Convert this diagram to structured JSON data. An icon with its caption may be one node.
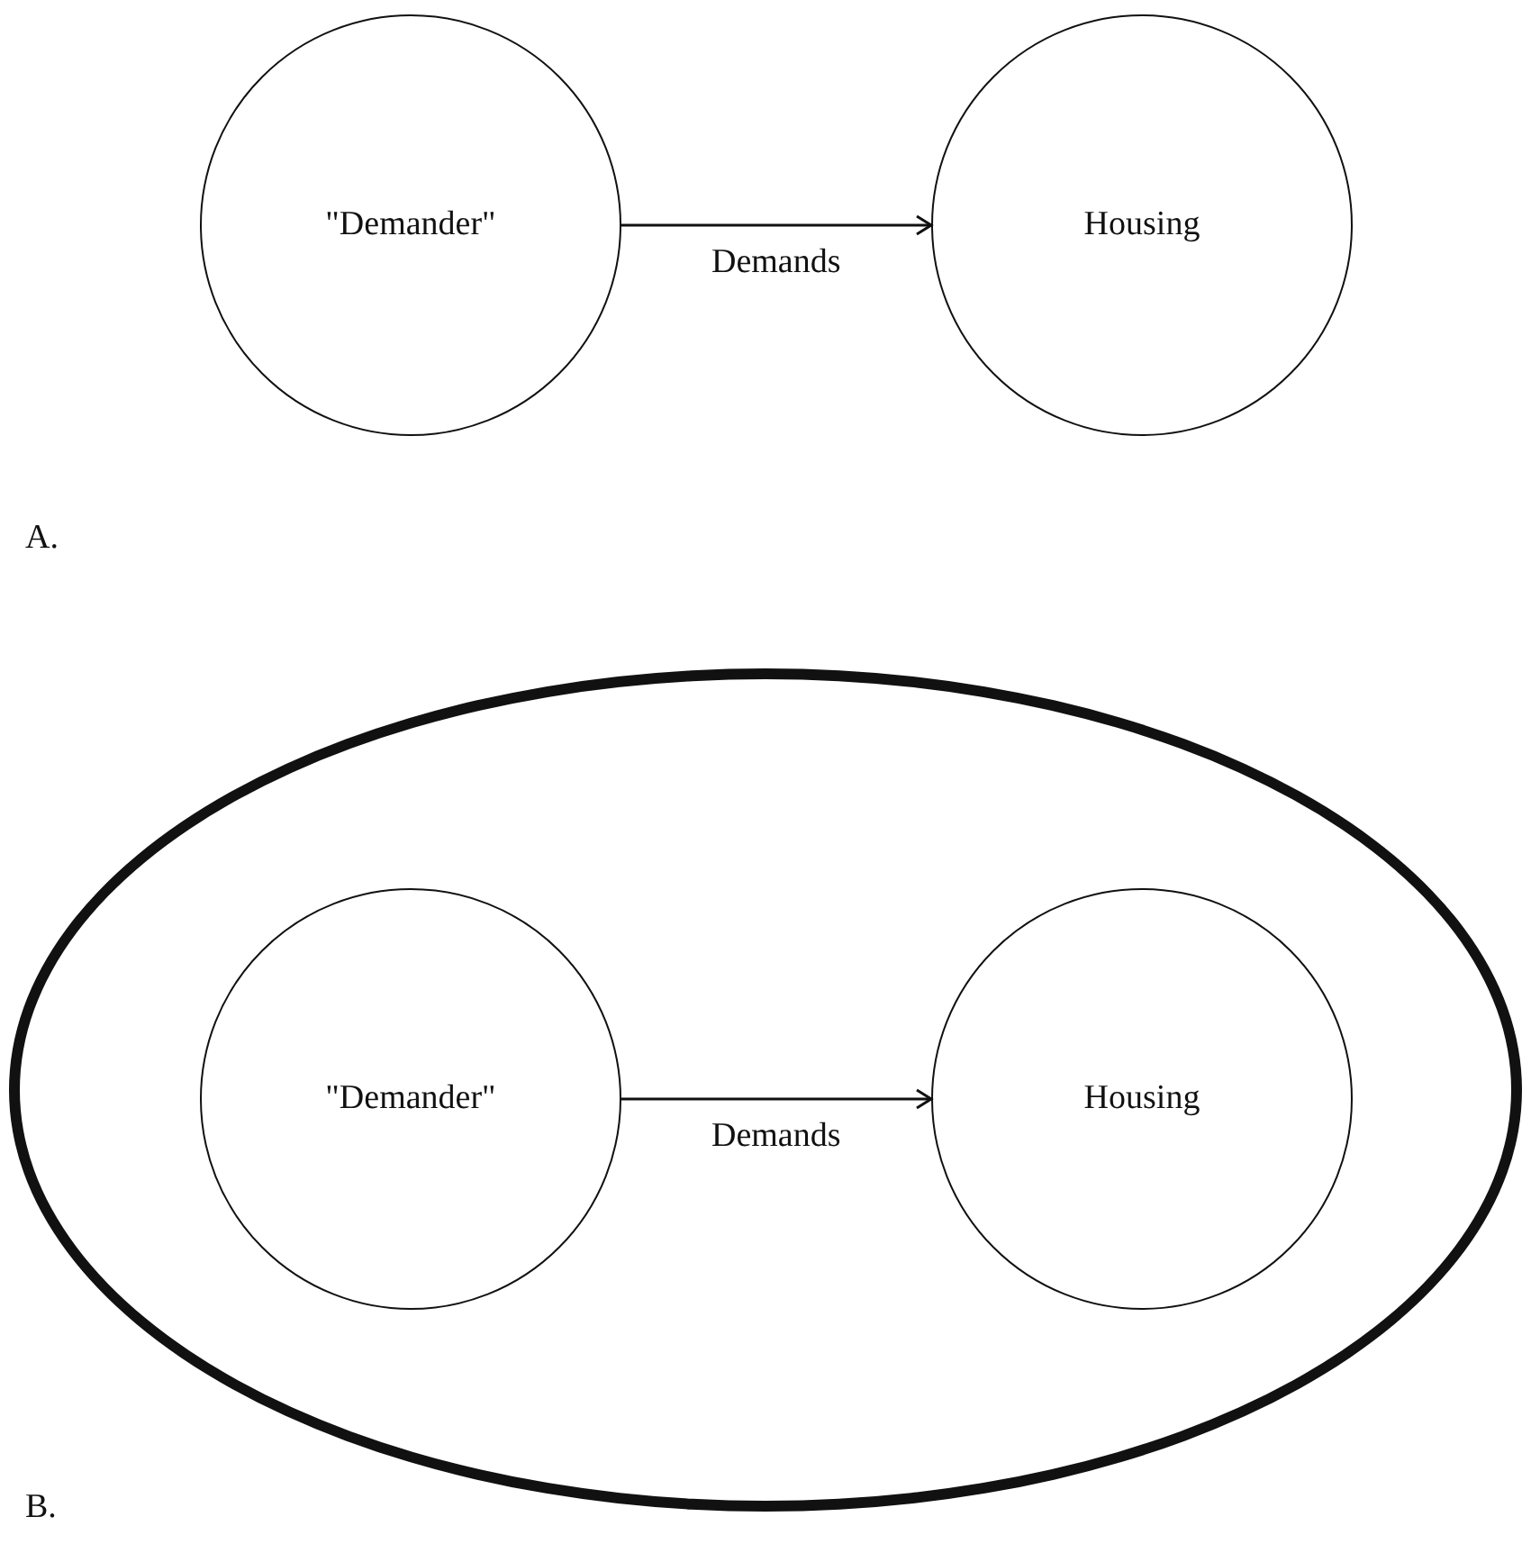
{
  "diagram": {
    "nodes": [
      {
        "text": [
          "\"Demander\""
        ]
      },
      {
        "text": [
          "Housing"
        ]
      },
      {
        "text": [],
        "shape": "ellipse"
      },
      {
        "text": [
          "\"Demander\""
        ],
        "in": 2
      },
      {
        "text": [
          "Housing"
        ],
        "in": 2
      }
    ],
    "edges": [
      {
        "from": 0,
        "to": 1,
        "arrow": "to",
        "label": "Demands"
      },
      {
        "from": 3,
        "to": 4,
        "arrow": "to",
        "label": "Demands"
      }
    ],
    "labels": [
      "A.",
      "B."
    ]
  }
}
